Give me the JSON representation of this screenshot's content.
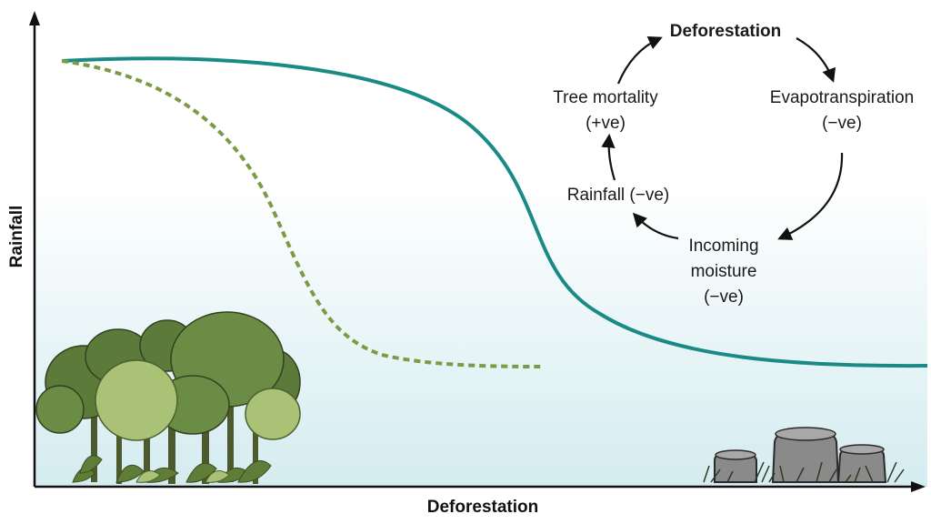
{
  "axes": {
    "x_label": "Deforestation",
    "y_label": "Rainfall"
  },
  "cycle": {
    "top": "Deforestation",
    "right": {
      "line1": "Evapotranspiration",
      "line2": "(−ve)"
    },
    "bottom": {
      "line1": "Incoming",
      "line2": "moisture",
      "line3": "(−ve)"
    },
    "left": "Rainfall (−ve)",
    "top_left": {
      "line1": "Tree mortality",
      "line2": "(+ve)"
    }
  },
  "colors": {
    "solid_curve": "#1a8a86",
    "dashed_curve": "#7d9a45",
    "background_gradient_top": "#ffffff",
    "background_gradient_bottom": "#d4ecf0",
    "axis": "#111111",
    "cycle_arrows": "#111111"
  },
  "icons": {
    "left_illustration": "forest-trees-icon",
    "right_illustration": "tree-stumps-icon"
  }
}
